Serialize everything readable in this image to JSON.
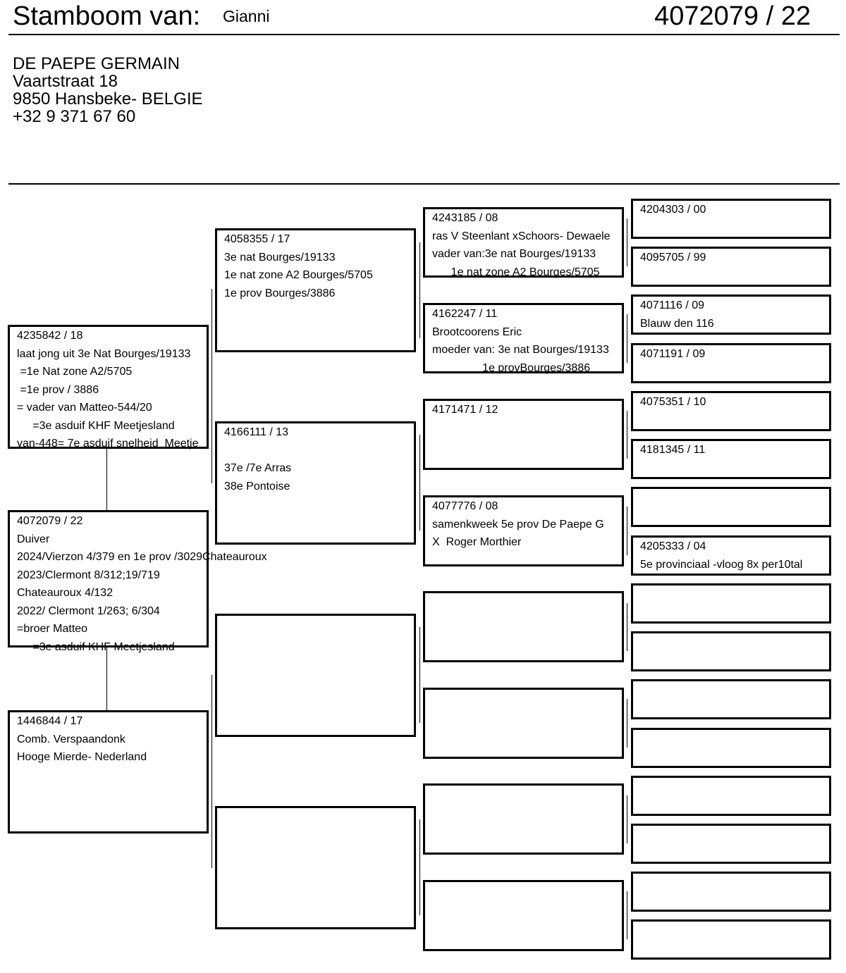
{
  "header": {
    "title_label": "Stamboom van:",
    "pigeon_name": "Gianni",
    "ring_number": "4072079 / 22"
  },
  "owner": {
    "name": "DE PAEPE GERMAIN",
    "street": "Vaartstraat 18",
    "city": "9850 Hansbeke- BELGIE",
    "phone": "+32 9 371 67 60"
  },
  "gen1": {
    "sire": {
      "lines": [
        "4235842 / 18",
        "laat jong uit 3e Nat Bourges/19133",
        " =1e Nat zone A2/5705",
        " =1e prov / 3886",
        "= vader van Matteo-544/20",
        "     =3e asduif KHF Meetjesland",
        "van-448= 7e asduif snelheid  Meetje"
      ]
    },
    "subject": {
      "lines": [
        "4072079 / 22",
        "Duiver",
        "2024/Vierzon 4/379 en 1e prov /3029Chateauroux",
        "2023/Clermont 8/312;19/719",
        "Chateauroux 4/132",
        "2022/ Clermont 1/263; 6/304",
        "=broer Matteo",
        "     =3e asduif KHF Meetjesland"
      ]
    },
    "dam": {
      "lines": [
        "1446844 / 17",
        "Comb. Verspaandonk",
        "Hooge Mierde- Nederland"
      ]
    }
  },
  "gen2": [
    {
      "lines": [
        "4058355 / 17",
        "3e nat Bourges/19133",
        "1e nat zone A2 Bourges/5705",
        "1e prov Bourges/3886"
      ]
    },
    {
      "lines": [
        "4166111 / 13",
        "",
        "37e /7e Arras",
        "38e Pontoise"
      ]
    },
    {
      "lines": []
    },
    {
      "lines": []
    }
  ],
  "gen3": [
    {
      "lines": [
        "4243185 / 08",
        "ras V Steenlant xSchoors- Dewaele",
        "vader van:3e nat Bourges/19133",
        "      1e nat zone A2 Bourges/5705"
      ]
    },
    {
      "lines": [
        "4162247 / 11",
        "Brootcoorens Eric",
        "moeder van: 3e nat Bourges/19133",
        "                1e provBourges/3886"
      ]
    },
    {
      "lines": [
        "4171471 / 12"
      ]
    },
    {
      "lines": [
        "4077776 / 08",
        "samenkweek 5e prov De Paepe G",
        "X  Roger Morthier"
      ]
    },
    {
      "lines": []
    },
    {
      "lines": []
    },
    {
      "lines": []
    },
    {
      "lines": []
    }
  ],
  "gen4": [
    {
      "lines": [
        "4204303 / 00"
      ]
    },
    {
      "lines": [
        "4095705 / 99"
      ]
    },
    {
      "lines": [
        "4071116 / 09",
        "Blauw den 116"
      ]
    },
    {
      "lines": [
        "4071191 / 09"
      ]
    },
    {
      "lines": [
        "4075351 / 10"
      ]
    },
    {
      "lines": [
        "4181345 / 11"
      ]
    },
    {
      "lines": []
    },
    {
      "lines": [
        "4205333 / 04",
        "5e provinciaal -vloog 8x per10tal"
      ]
    },
    {
      "lines": []
    },
    {
      "lines": []
    },
    {
      "lines": []
    },
    {
      "lines": []
    },
    {
      "lines": []
    },
    {
      "lines": []
    },
    {
      "lines": []
    },
    {
      "lines": []
    }
  ]
}
